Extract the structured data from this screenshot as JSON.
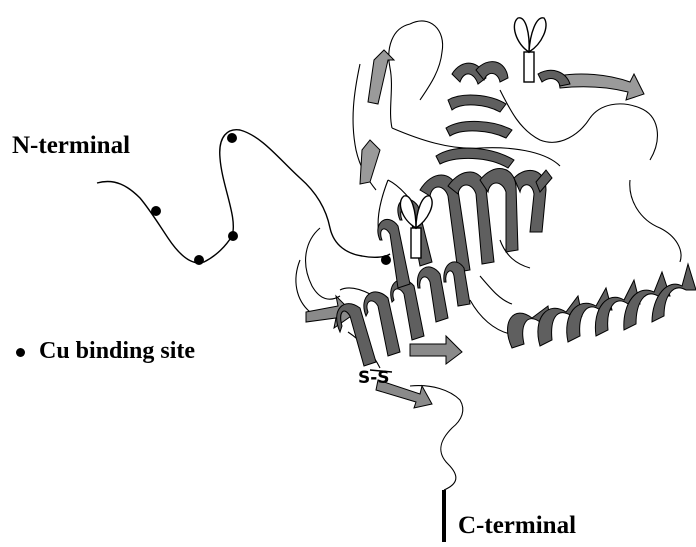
{
  "labels": {
    "n_terminal": "N-terminal",
    "c_terminal": "C-terminal",
    "cu_binding_site": "Cu binding site",
    "disulfide": "S-S"
  },
  "colors": {
    "ribbon_fill": "#5f5f5f",
    "ribbon_light": "#a8a8a8",
    "strand_fill": "#9a9a9a",
    "line": "#000000",
    "background": "#ffffff"
  },
  "icons": {
    "cu_marker": "filled-black-circle",
    "glycan": "y-shaped-glycosylation-icon"
  }
}
